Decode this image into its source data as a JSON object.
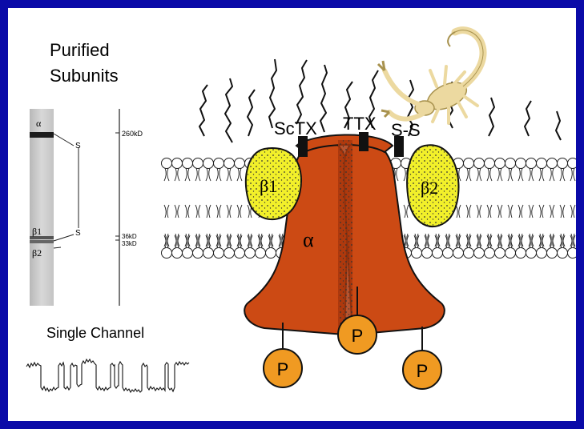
{
  "gel": {
    "title_line1": "Purified",
    "title_line2": "Subunits",
    "band_alpha": "α",
    "band_beta1": "β1",
    "band_beta2": "β2",
    "disulfide_top": "S",
    "disulfide_bottom": "S",
    "marker_260": "260kD",
    "marker_36": "36kD",
    "marker_33": "33kD"
  },
  "recording": {
    "label": "Single Channel"
  },
  "channel": {
    "toxin_sctx": "ScTX",
    "toxin_ttx": "TTX",
    "disulfide_bond": "S-S",
    "subunit_alpha": "α",
    "subunit_beta1": "β1",
    "subunit_beta2": "β2",
    "phospho_left": "P",
    "phospho_center": "P",
    "phospho_right": "P"
  },
  "colors": {
    "background": "#0a0aa8",
    "alpha_subunit": "#cc4a14",
    "beta_subunits": "#f2f02a",
    "phosphate": "#f09a22",
    "scorpion": "#ecd9a0"
  }
}
